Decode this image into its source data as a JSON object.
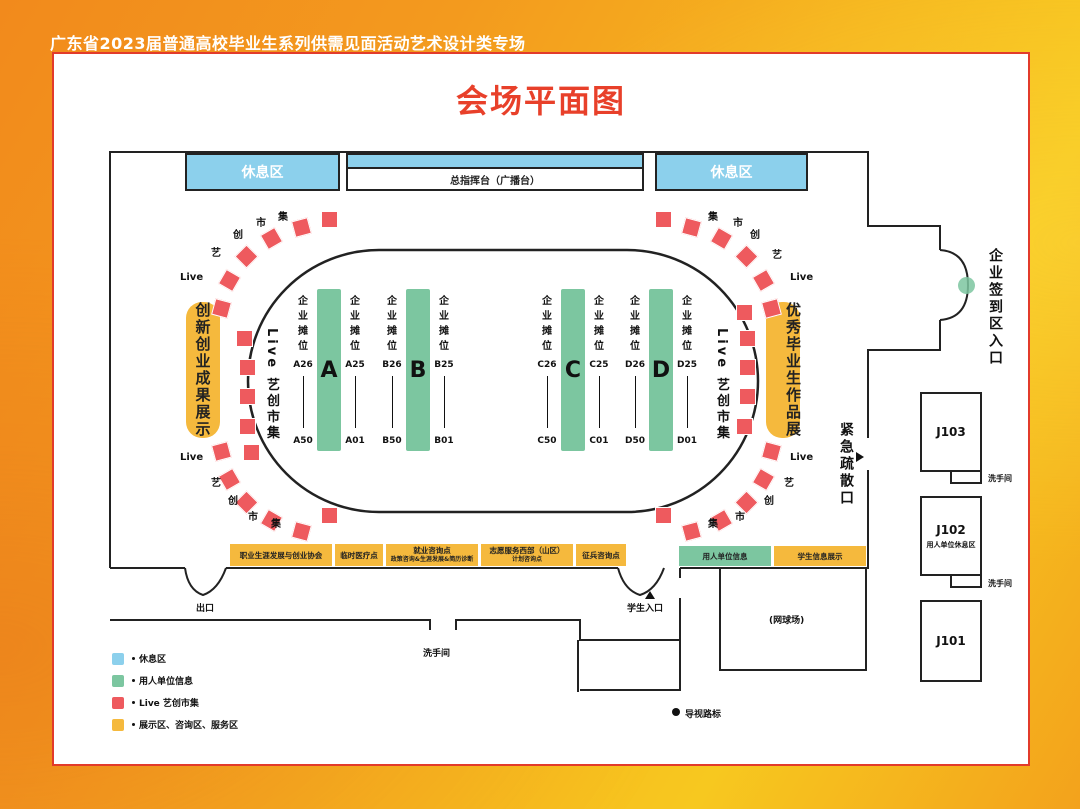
{
  "header": {
    "event_title": "广东省2023届普通高校毕业生系列供需见面活动艺术设计类专场"
  },
  "map_title": "会场平面图",
  "rest_left": "休息区",
  "rest_right": "休息区",
  "command_desk": "总指挥台（广播台）",
  "left_pillar": "创新创业成果展示",
  "right_pillar": "优秀毕业生作品展示",
  "market_v_left": "Live 艺创市集",
  "market_v_right": "Live 艺创市集",
  "arc_words": {
    "live": "Live",
    "yi": "艺",
    "chuang": "创",
    "shi": "市",
    "ji": "集"
  },
  "booth_word": "企业摊位",
  "rows": [
    {
      "letter": "A",
      "left_top": "A26",
      "left_bottom": "A50",
      "right_top": "A25",
      "right_bottom": "A01"
    },
    {
      "letter": "B",
      "left_top": "B26",
      "left_bottom": "B50",
      "right_top": "B25",
      "right_bottom": "B01"
    },
    {
      "letter": "C",
      "left_top": "C26",
      "left_bottom": "C50",
      "right_top": "C25",
      "right_bottom": "C01"
    },
    {
      "letter": "D",
      "left_top": "D26",
      "left_bottom": "D50",
      "right_top": "D25",
      "right_bottom": "D01"
    }
  ],
  "service_bar": [
    {
      "text": "职业生涯发展与创业协会"
    },
    {
      "text": "临时医疗点"
    },
    {
      "text": "就业咨询点",
      "sub": "政策咨询&生涯发展&简历诊断"
    },
    {
      "text": "志愿服务西部（山区）",
      "sub": "计划咨询点"
    },
    {
      "text": "征兵咨询点"
    }
  ],
  "employer_info": "用人单位信息",
  "student_info": "学生信息展示",
  "exit": "出口",
  "student_entrance": "学生入口",
  "enterprise_checkin": "企业签到区入口",
  "emergency_exit": "紧急疏散口",
  "tennis": "(网球场)",
  "restroom_bottom": "洗手间",
  "rooms": {
    "j103": "J103",
    "j102": "J102",
    "j102_sub": "用人单位休息区",
    "j101": "J101",
    "restroom": "洗手间"
  },
  "signpost": "导视路标",
  "legend": [
    {
      "label": "休息区",
      "color": "#8cd0ec"
    },
    {
      "label": "用人单位信息",
      "color": "#7cc6a0"
    },
    {
      "label": "Live 艺创市集",
      "color": "#ee5a5e"
    },
    {
      "label": "展示区、咨询区、服务区",
      "color": "#f5b93d"
    }
  ],
  "colors": {
    "accent_red": "#e8402a",
    "stall_red": "#ee5a5e",
    "green": "#7cc6a0",
    "blue": "#8cd0ec",
    "yellow": "#f5b93d"
  }
}
